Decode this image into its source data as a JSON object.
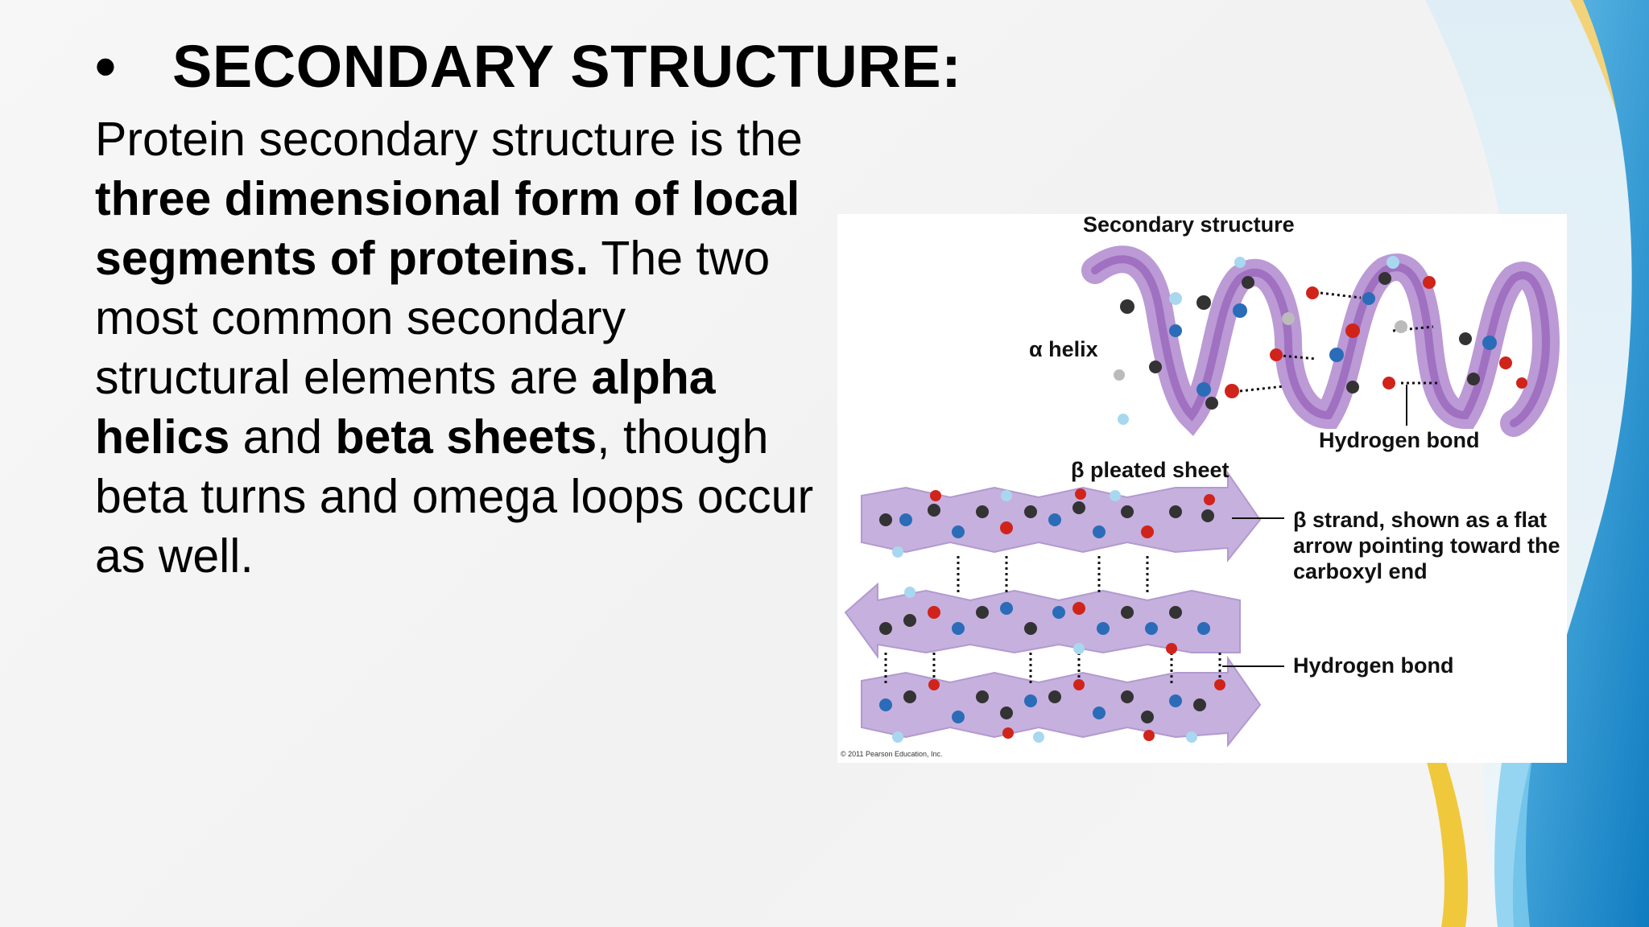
{
  "slide": {
    "title": "SECONDARY STRUCTURE:",
    "bullet": "•",
    "paragraph": {
      "p1_a": "Protein secondary structure is the ",
      "p1_b": "three dimensional form of local segments of proteins.",
      "p2_a": " The two most common secondary structural elements are ",
      "p2_b": "alpha helics",
      "p2_c": " and ",
      "p2_d": "beta sheets",
      "p2_e": ", though beta turns and omega loops occur as well."
    }
  },
  "figure": {
    "heading": "Secondary structure",
    "alpha_label": "α helix",
    "hbond_top": "Hydrogen bond",
    "beta_label": "β pleated sheet",
    "strand_note": "β strand, shown as a flat arrow pointing toward the carboxyl end",
    "hbond_bottom": "Hydrogen bond",
    "copyright": "© 2011 Pearson Education, Inc."
  },
  "colors": {
    "ribbon": "#b48fd0",
    "ribbon_dark": "#8a4fb0",
    "sheet": "#c6b0de",
    "carbon": "#333333",
    "oxygen": "#d0241b",
    "nitrogen": "#2b6cb8",
    "hydrogen": "#a8d8f0",
    "wave_blue": "#1f8fd0",
    "wave_yellow": "#f0c83c"
  }
}
